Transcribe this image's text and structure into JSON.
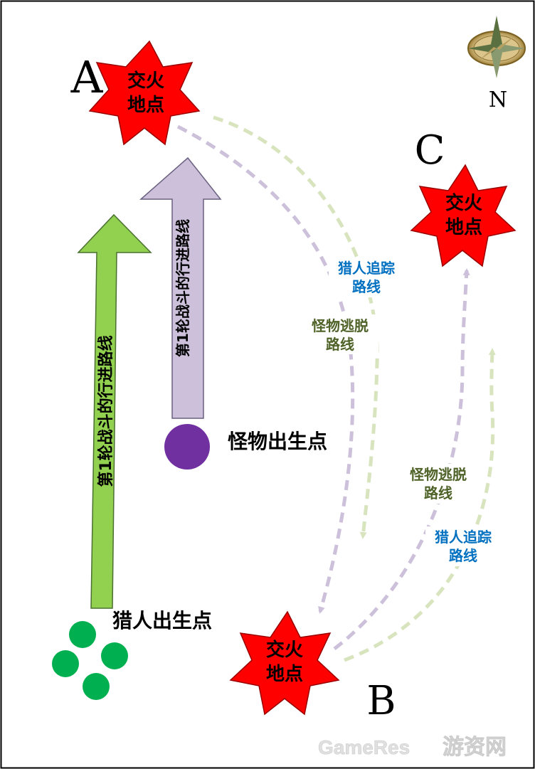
{
  "colors": {
    "fire_star": "#ff0000",
    "hunter_arrow": "#92d050",
    "monster_arrow": "#ccc0da",
    "monster_dot": "#7030a0",
    "hunter_dot": "#00b050",
    "hunter_route_dash": "#d7e4bd",
    "monster_route_dash": "#ccc0da",
    "hunter_route_text": "#0070c0",
    "monster_route_text": "#4f6228"
  },
  "compass": {
    "icon": "compass-rose-icon",
    "label": "N"
  },
  "points": {
    "a": {
      "letter": "A",
      "line1": "交火",
      "line2": "地点"
    },
    "b": {
      "letter": "B",
      "line1": "交火",
      "line2": "地点"
    },
    "c": {
      "letter": "C",
      "line1": "交火",
      "line2": "地点"
    }
  },
  "arrows": {
    "hunter_round1": "第1轮战斗的行进路线",
    "monster_round1": "第1轮战斗的行进路线"
  },
  "spawns": {
    "monster": "怪物出生点",
    "hunter": "猎人出生点"
  },
  "route_labels": {
    "hunter_track_ab": {
      "line1": "猎人追踪",
      "line2": "路线"
    },
    "monster_escape_ab": {
      "line1": "怪物逃脱",
      "line2": "路线"
    },
    "monster_escape_bc": {
      "line1": "怪物逃脱",
      "line2": "路线"
    },
    "hunter_track_bc": {
      "line1": "猎人追踪",
      "line2": "路线"
    }
  },
  "watermark": {
    "brand": "GameRes",
    "site": "游资网"
  }
}
